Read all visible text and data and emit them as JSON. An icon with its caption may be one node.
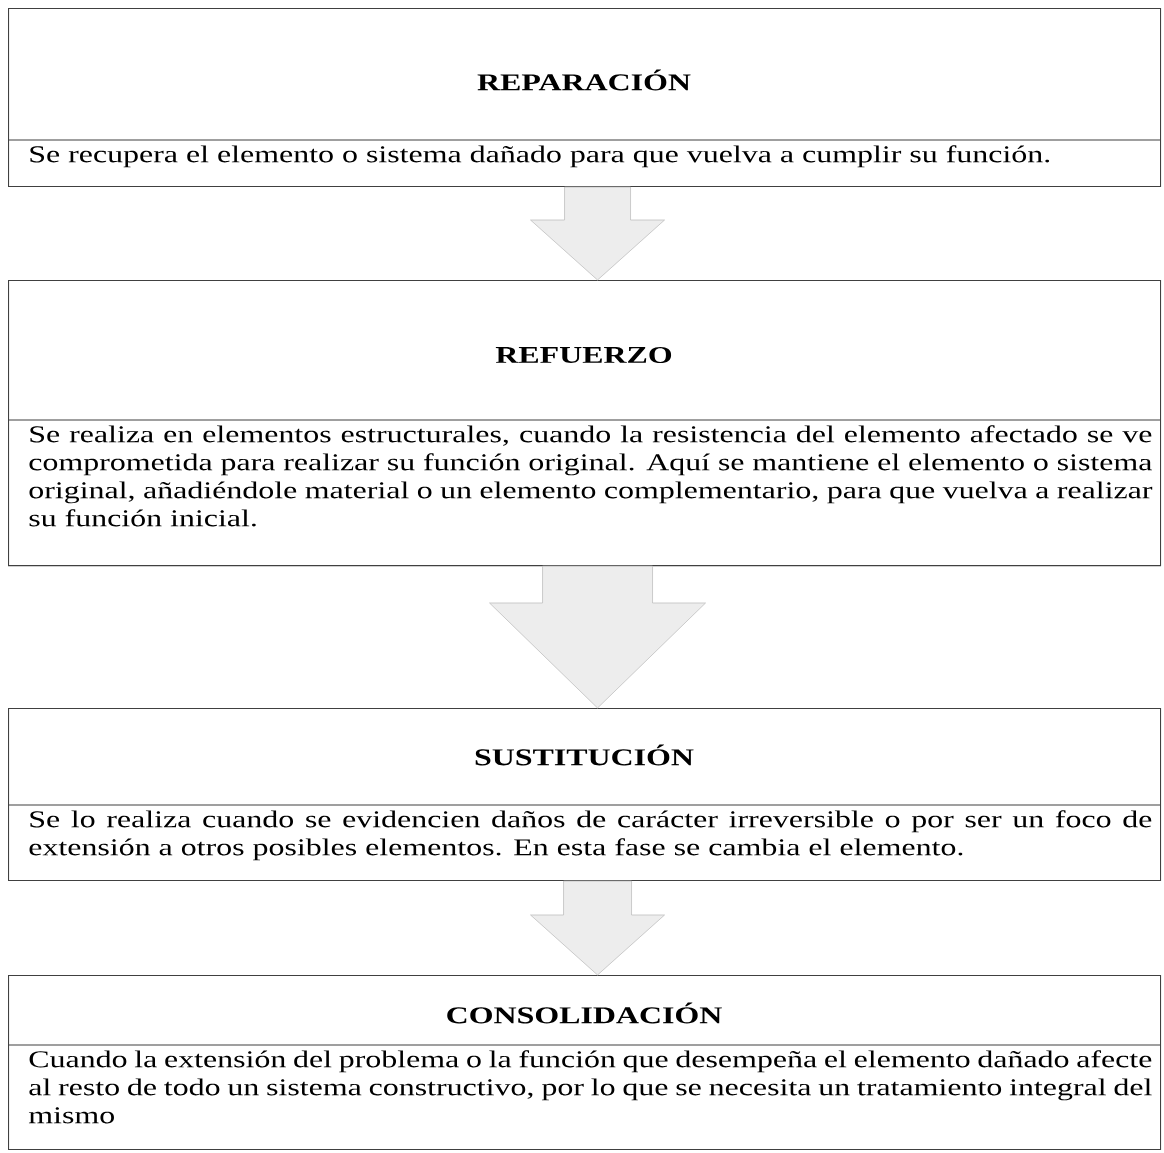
{
  "diagram": {
    "nodes": [
      {
        "text": [
          "REPARACIÓN",
          "Se recupera el elemento o sistema dañado para que vuelva a cumplir su función."
        ]
      },
      {
        "text": [
          "REFUERZO",
          "Se realiza en elementos estructurales, cuando la resistencia del elemento afectado se ve comprometida para realizar su función original. Aquí se mantiene el elemento o sistema original, añadiéndole material o un elemento complementario, para que vuelva a realizar su función inicial."
        ]
      },
      {
        "text": [
          "SUSTITUCIÓN",
          "Se lo realiza cuando se evidencien daños de carácter irreversible o por ser un foco de extensión a otros posibles elementos. En esta fase se cambia el elemento."
        ]
      },
      {
        "text": [
          "CONSOLIDACIÓN",
          "Cuando la extensión del problema o la función que desempeña el elemento dañado afecte al resto de todo un sistema constructivo, por lo que se necesita un tratamiento integral del mismo"
        ]
      }
    ],
    "edges": [
      {
        "from": 0,
        "to": 1,
        "arrow": "to"
      },
      {
        "from": 1,
        "to": 2,
        "arrow": "to"
      },
      {
        "from": 2,
        "to": 3,
        "arrow": "to"
      }
    ]
  }
}
